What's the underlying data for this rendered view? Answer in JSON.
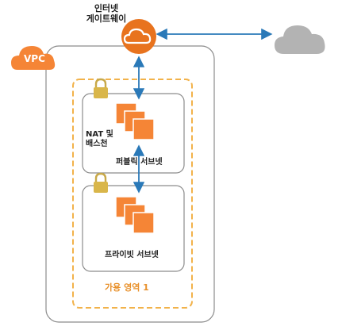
{
  "labels": {
    "internet_gateway": [
      "인터넷",
      "게이트웨이"
    ],
    "vpc": "VPC",
    "nat_bastion": [
      "NAT 및",
      "배스천"
    ],
    "public_subnet": "퍼블릭 서브넷",
    "private_subnet": "프라이빗 서브넷",
    "availability_zone": "가용 영역 1"
  },
  "colors": {
    "aws_orange": "#f58536",
    "gateway_orange": "#e8731e",
    "arrow_blue": "#2a79b8",
    "cloud_gray": "#b3b3b3",
    "az_dashed": "#f2b24a",
    "outline_gray": "#8c8c8c"
  },
  "icons": [
    "vpc-cloud-icon",
    "internet-gateway-icon",
    "internet-cloud-icon",
    "lock-icon",
    "ec2-instance-stack-icon"
  ]
}
